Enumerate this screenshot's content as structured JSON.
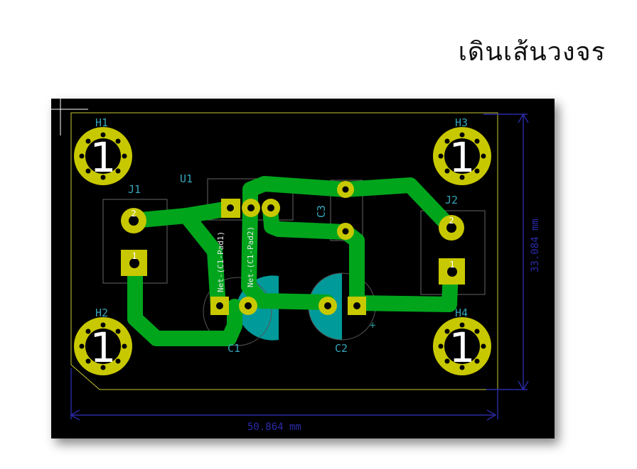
{
  "title": "เดินเส้นวงจร",
  "colors": {
    "board": "#000000",
    "copper": "#00a51c",
    "pad": "#c8c800",
    "edge": "#c8c832",
    "refdes": "#35a4b8",
    "dimension": "#2a2aa8",
    "capfill": "#009a9a"
  },
  "components": {
    "H1": "H1",
    "H2": "H2",
    "H3": "H3",
    "H4": "H4",
    "J1": "J1",
    "J2": "J2",
    "U1": "U1",
    "C1": "C1",
    "C2": "C2",
    "C3": "C3"
  },
  "hole_number": "1",
  "pins": {
    "p1": "1",
    "p2": "2"
  },
  "nets": {
    "net1": "Net-(C1-Pad1)",
    "net2": "Net-(C1-Pad2)"
  },
  "dimensions": {
    "width": "50.864 mm",
    "height": "33.084 mm"
  },
  "polarity": "+"
}
